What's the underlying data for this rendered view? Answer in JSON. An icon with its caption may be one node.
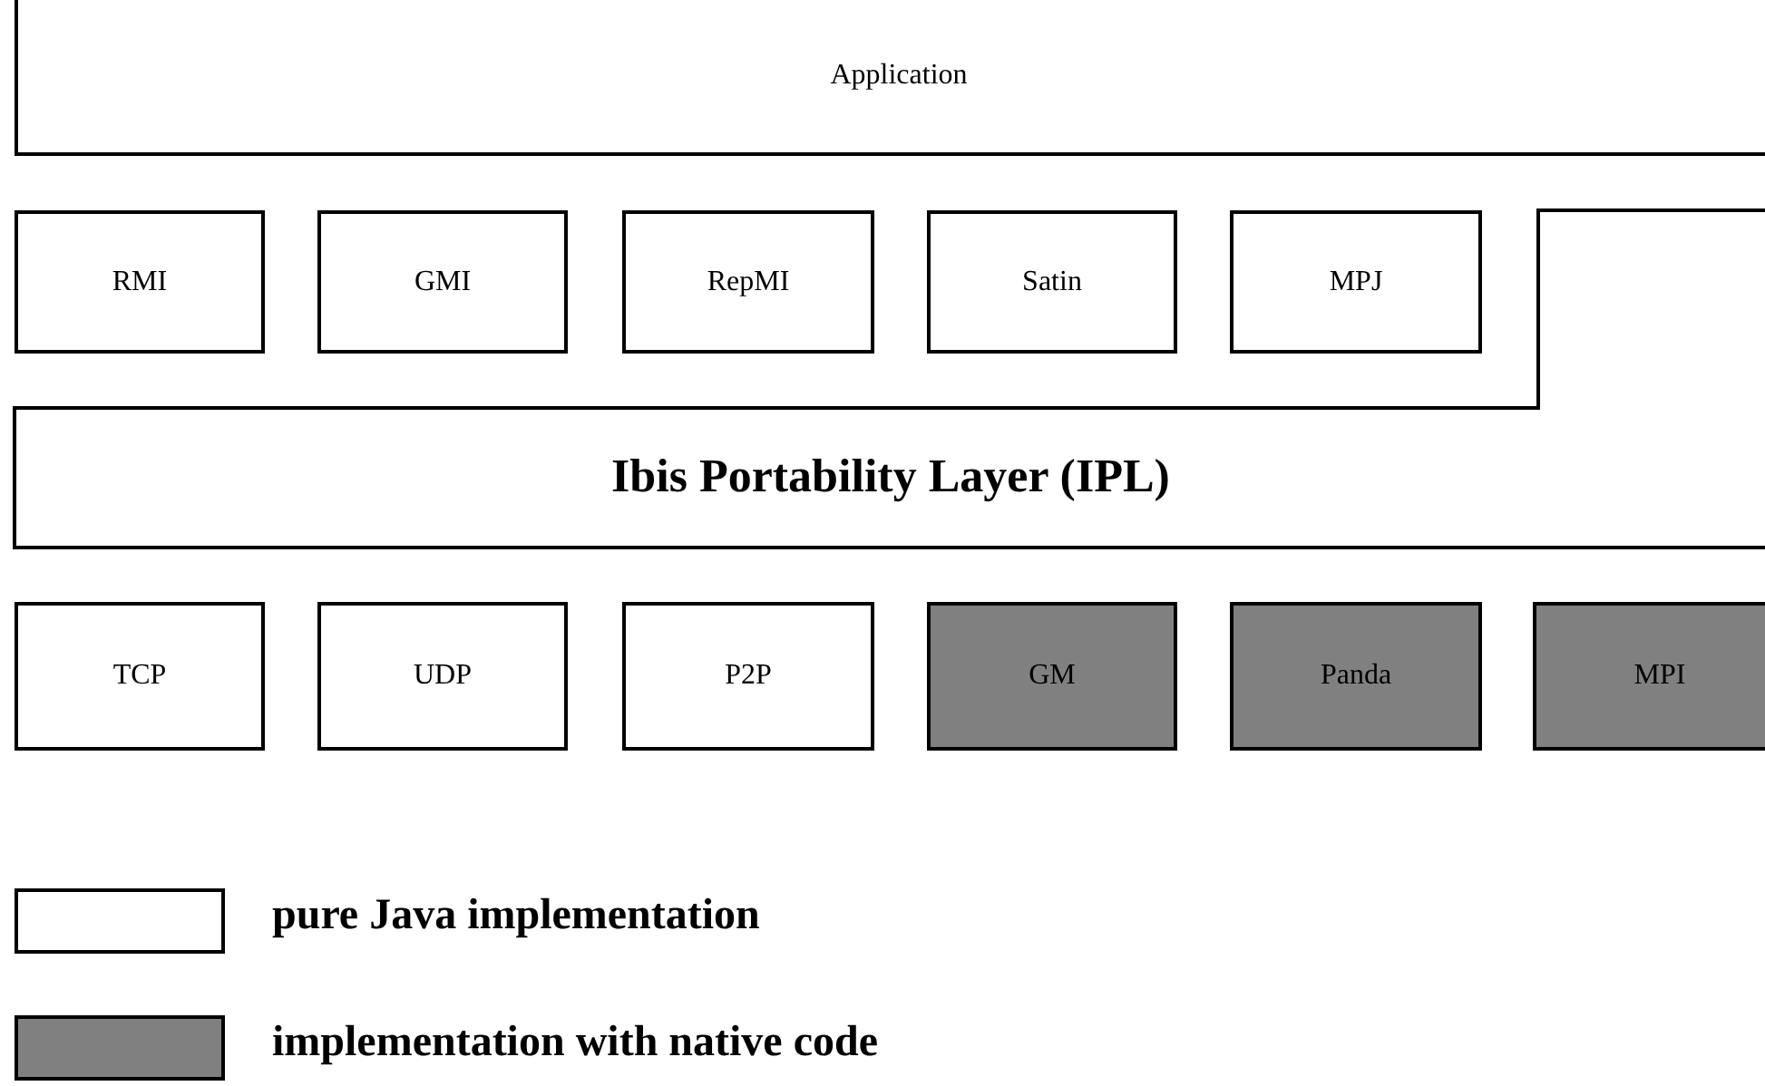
{
  "diagram": {
    "nodes": [
      {
        "text": [
          "Application"
        ]
      },
      {
        "text": [
          "RMI"
        ]
      },
      {
        "text": [
          "GMI"
        ]
      },
      {
        "text": [
          "RepMI"
        ]
      },
      {
        "text": [
          "Satin"
        ]
      },
      {
        "text": [
          "MPJ"
        ]
      },
      {
        "text": [
          "Ibis Portability Layer (IPL)"
        ]
      },
      {
        "text": [
          "TCP"
        ]
      },
      {
        "text": [
          "UDP"
        ]
      },
      {
        "text": [
          "P2P"
        ]
      },
      {
        "text": [
          "GM"
        ]
      },
      {
        "text": [
          "Panda"
        ]
      },
      {
        "text": [
          "MPI"
        ]
      }
    ],
    "edges": [],
    "legend": [
      {
        "text": "pure Java implementation",
        "color": "#ffffff"
      },
      {
        "text": "implementation with native code",
        "color": "#808080"
      }
    ]
  }
}
